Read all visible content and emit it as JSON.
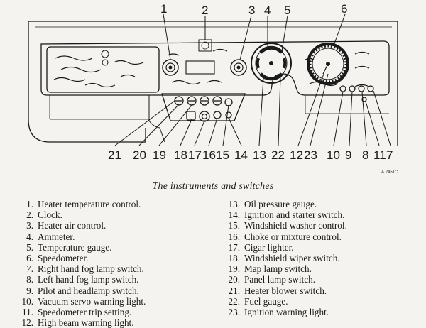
{
  "figure": {
    "callouts": [
      "1",
      "2",
      "3",
      "4",
      "5",
      "6",
      "7",
      "8",
      "9",
      "10",
      "11",
      "12",
      "13",
      "14",
      "15",
      "16",
      "17",
      "18",
      "19",
      "20",
      "21",
      "22",
      "23"
    ],
    "reference": "A.2451C"
  },
  "caption": "The instruments and switches",
  "legend": {
    "left": [
      {
        "num": "1.",
        "text": "Heater temperature control."
      },
      {
        "num": "2.",
        "text": "Clock."
      },
      {
        "num": "3.",
        "text": "Heater air control."
      },
      {
        "num": "4.",
        "text": "Ammeter."
      },
      {
        "num": "5.",
        "text": "Temperature gauge."
      },
      {
        "num": "6.",
        "text": "Speedometer."
      },
      {
        "num": "7.",
        "text": "Right hand fog lamp switch."
      },
      {
        "num": "8.",
        "text": "Left hand fog lamp switch."
      },
      {
        "num": "9.",
        "text": "Pilot and headlamp switch."
      },
      {
        "num": "10.",
        "text": "Vacuum servo warning light."
      },
      {
        "num": "11.",
        "text": "Speedometer trip setting."
      },
      {
        "num": "12.",
        "text": "High beam warning light."
      }
    ],
    "right": [
      {
        "num": "13.",
        "text": "Oil pressure gauge."
      },
      {
        "num": "14.",
        "text": "Ignition and starter switch."
      },
      {
        "num": "15.",
        "text": "Windshield washer control."
      },
      {
        "num": "16.",
        "text": "Choke or mixture control."
      },
      {
        "num": "17.",
        "text": "Cigar lighter."
      },
      {
        "num": "18.",
        "text": "Windshield wiper switch."
      },
      {
        "num": "19.",
        "text": "Map lamp switch."
      },
      {
        "num": "20.",
        "text": "Panel lamp switch."
      },
      {
        "num": "21.",
        "text": "Heater blower switch."
      },
      {
        "num": "22.",
        "text": "Fuel gauge."
      },
      {
        "num": "23.",
        "text": "Ignition warning light."
      }
    ]
  }
}
